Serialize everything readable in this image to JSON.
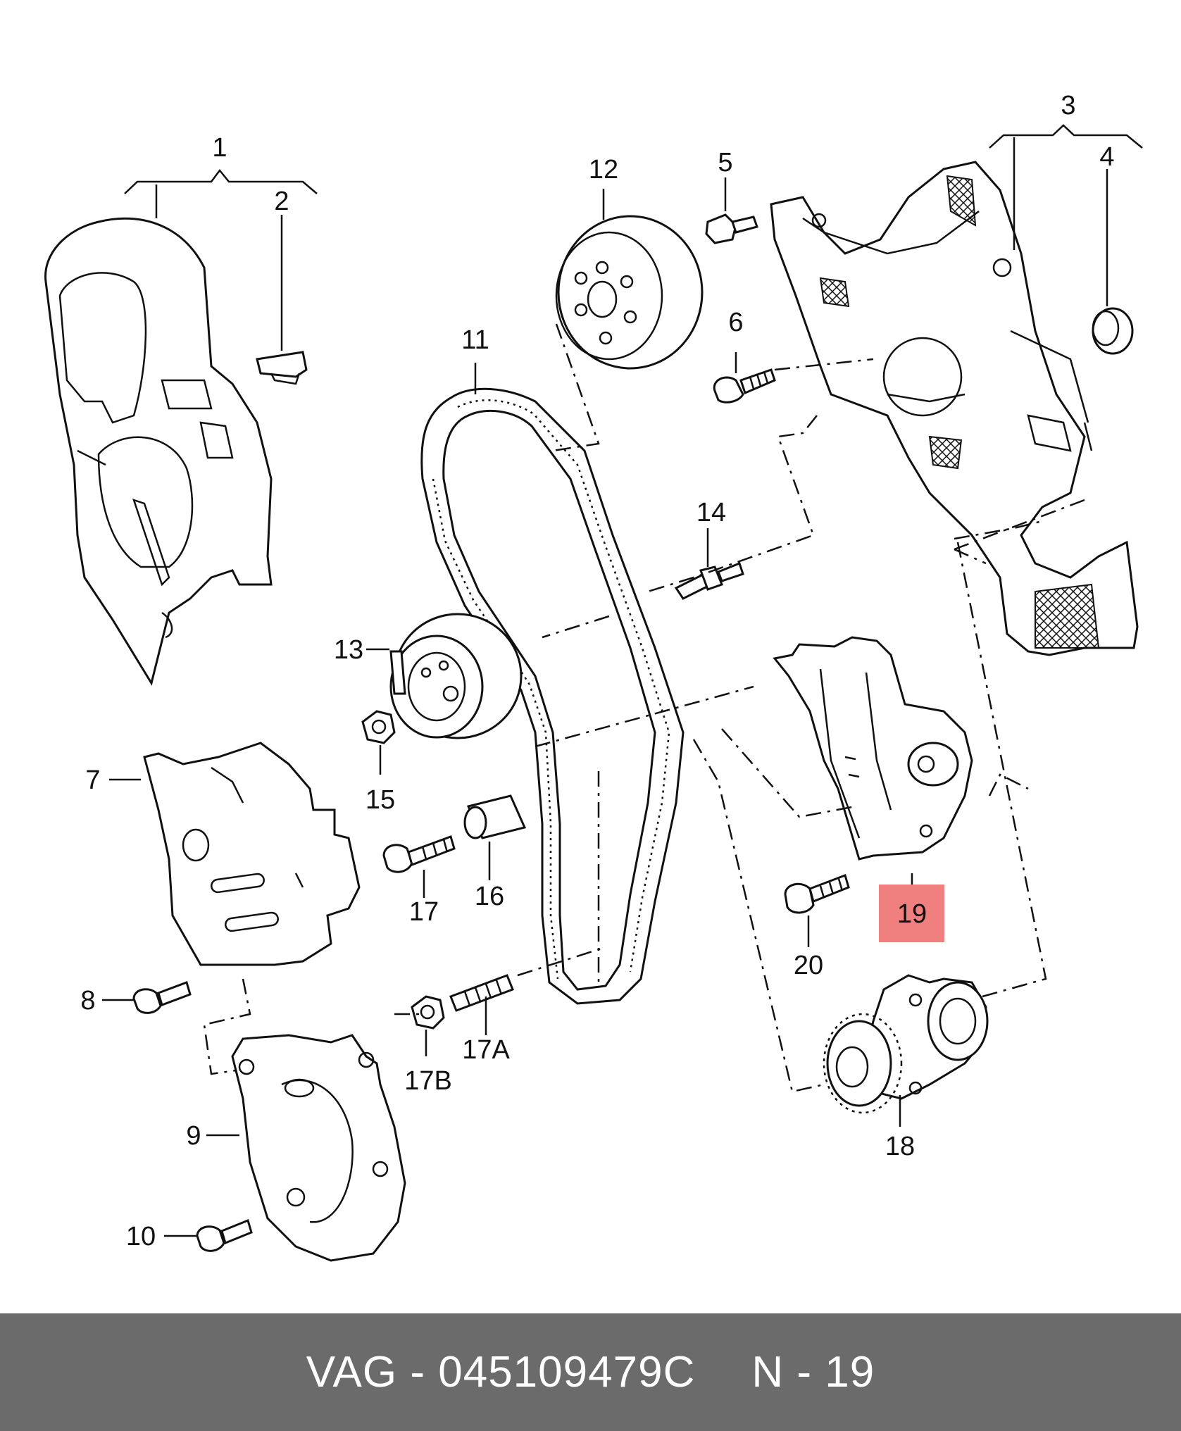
{
  "callouts": [
    {
      "id": "1",
      "label": "1"
    },
    {
      "id": "2",
      "label": "2"
    },
    {
      "id": "3",
      "label": "3"
    },
    {
      "id": "4",
      "label": "4"
    },
    {
      "id": "5",
      "label": "5"
    },
    {
      "id": "6",
      "label": "6"
    },
    {
      "id": "7",
      "label": "7"
    },
    {
      "id": "8",
      "label": "8"
    },
    {
      "id": "9",
      "label": "9"
    },
    {
      "id": "10",
      "label": "10"
    },
    {
      "id": "11",
      "label": "11"
    },
    {
      "id": "12",
      "label": "12"
    },
    {
      "id": "13",
      "label": "13"
    },
    {
      "id": "14",
      "label": "14"
    },
    {
      "id": "15",
      "label": "15"
    },
    {
      "id": "16",
      "label": "16"
    },
    {
      "id": "17",
      "label": "17"
    },
    {
      "id": "17A",
      "label": "17A"
    },
    {
      "id": "17B",
      "label": "17B"
    },
    {
      "id": "18",
      "label": "18"
    },
    {
      "id": "19",
      "label": "19"
    },
    {
      "id": "20",
      "label": "20"
    }
  ],
  "highlight": {
    "label": "19",
    "color": "#f08080"
  },
  "footer": {
    "brand": "VAG",
    "separator": "-",
    "part_number": "045109479C",
    "position_prefix": "N",
    "position_separator": "-",
    "position_number": "19"
  }
}
